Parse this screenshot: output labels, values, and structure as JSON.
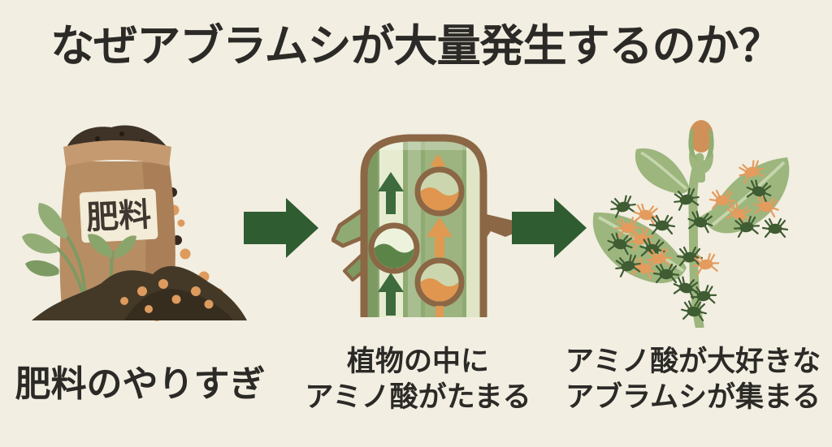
{
  "title": "なぜアブラムシが大量発生するのか？",
  "diagram": {
    "steps": [
      {
        "name": "overfertilizing",
        "illustration": "fertilizer-bag-with-soil",
        "bag_label": "肥料",
        "caption_lines": [
          "肥料のやりすぎ"
        ]
      },
      {
        "name": "amino-acid-buildup",
        "illustration": "plant-stem-cross-section",
        "caption_lines": [
          "植物の中に",
          "アミノ酸がたまる"
        ]
      },
      {
        "name": "aphids-gather",
        "illustration": "plant-covered-with-aphids",
        "caption_lines": [
          "アミノ酸が大好きな",
          "アブラムシが集まる"
        ]
      }
    ],
    "arrow_icon": "right-arrow"
  },
  "colors": {
    "background": "#f2eee1",
    "text": "#2b2a27",
    "arrow_green": "#2f5c30",
    "bag_brown": "#b78d64",
    "soil_dark": "#443927",
    "pellet_orange": "#dd9b5e",
    "leaf_green": "#9cb67e",
    "stem_border_brown": "#8b6745",
    "sap_orange": "#df9950",
    "aphid_green": "#3f5c33",
    "aphid_orange": "#e39c5e"
  }
}
